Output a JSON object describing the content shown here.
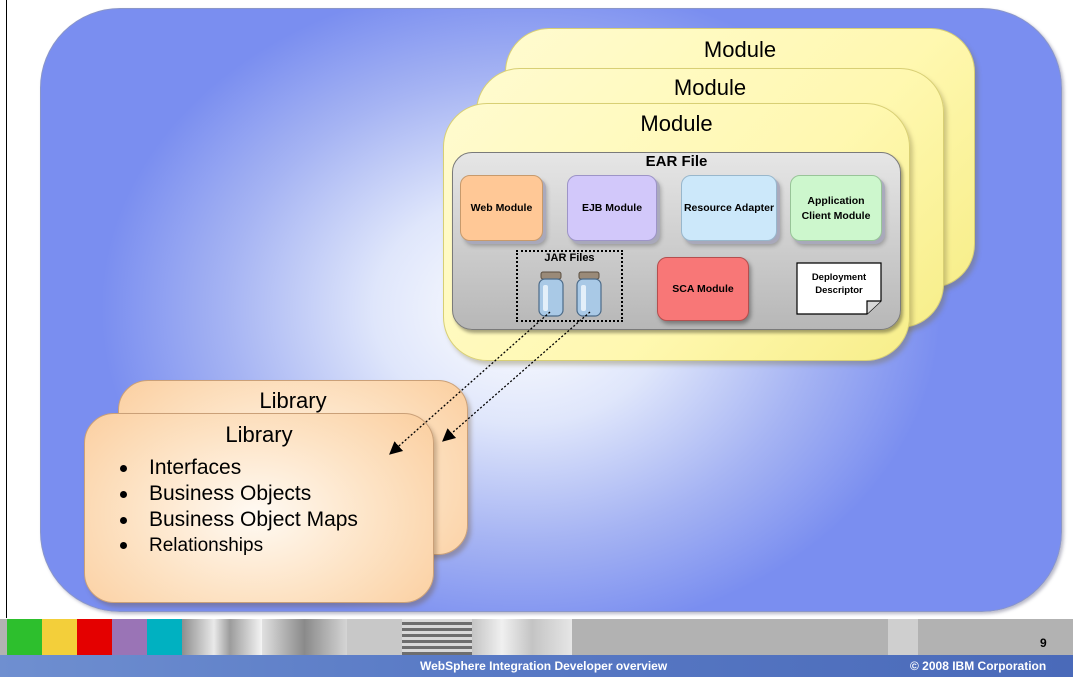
{
  "modules": {
    "back_title": "Module",
    "middle_title": "Module",
    "front_title": "Module"
  },
  "ear_file": {
    "title": "EAR File",
    "web_module": "Web Module",
    "ejb_module": "EJB Module",
    "resource_adapter": "Resource Adapter",
    "app_client_line1": "Application",
    "app_client_line2": "Client Module",
    "jar_files": "JAR Files",
    "sca_module": "SCA Module",
    "deployment_line1": "Deployment",
    "deployment_line2": "Descriptor"
  },
  "library": {
    "back_title": "Library",
    "front_title": "Library",
    "items": [
      "Interfaces",
      "Business Objects",
      "Business Object Maps",
      "Relationships"
    ]
  },
  "footer": {
    "title": "WebSphere Integration Developer overview",
    "copyright": "© 2008 IBM Corporation",
    "page_number": "9",
    "color_squares": [
      "#2dbf2d",
      "#f3cf3a",
      "#e40000",
      "#9a74b6",
      "#00b1c1"
    ]
  }
}
